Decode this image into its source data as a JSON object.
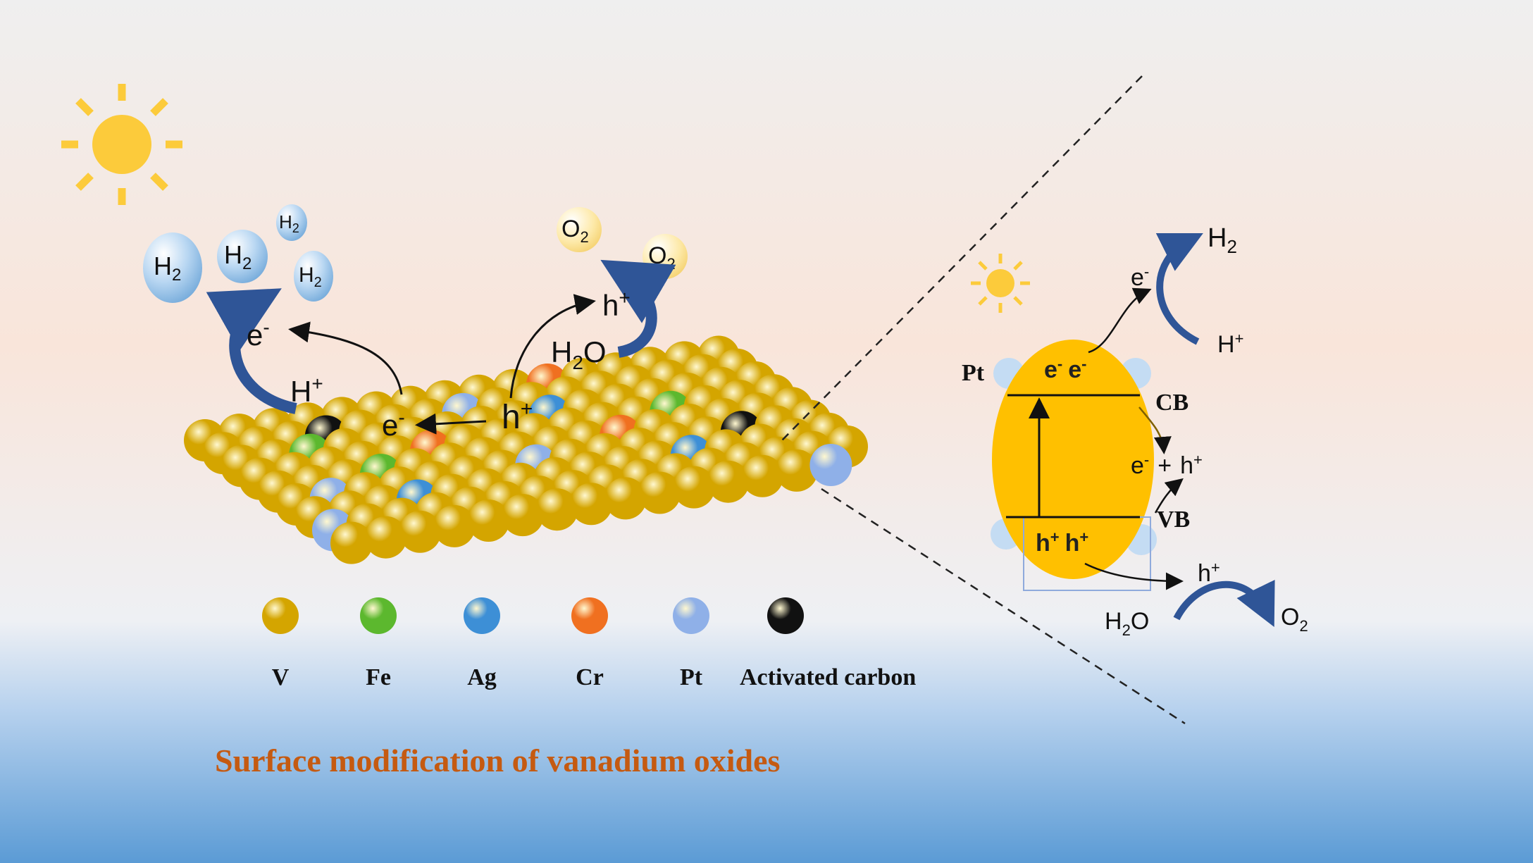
{
  "title": "Surface modification of vanadium oxides",
  "colors": {
    "title": "#c55a11",
    "vanadium": "#e8b400",
    "semiconductor": "#ffc000",
    "arrow": "#2f5597"
  },
  "left": {
    "h2": {
      "base": "H",
      "sub": "2"
    },
    "o2": {
      "base": "O",
      "sub": "2"
    },
    "h2o": {
      "base": "H",
      "sub": "2",
      "tail": "O"
    },
    "e_minus": {
      "base": "e",
      "sup": "-"
    },
    "h_plus": {
      "base": "h",
      "sup": "+"
    },
    "H_plus": {
      "base": "H",
      "sup": "+"
    }
  },
  "legend": [
    {
      "label": "V",
      "color": "#d4a500"
    },
    {
      "label": "Fe",
      "color": "#5cb82e"
    },
    {
      "label": "Ag",
      "color": "#3d8fd6"
    },
    {
      "label": "Cr",
      "color": "#f07020"
    },
    {
      "label": "Pt",
      "color": "#8fb0e8"
    },
    {
      "label": "Activated carbon",
      "color": "#111111"
    }
  ],
  "right": {
    "pt": "Pt",
    "cb": "CB",
    "vb": "VB",
    "e": "e",
    "minus": "-",
    "h": "h",
    "plus": "+",
    "pair_join": "+",
    "H": "H",
    "O": "O",
    "two": "2"
  }
}
